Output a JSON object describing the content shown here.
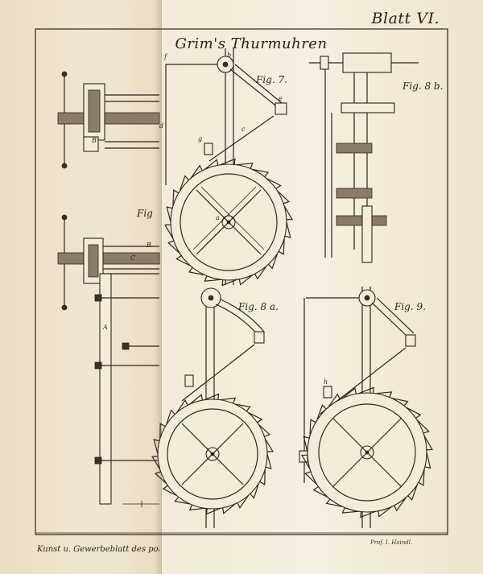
{
  "plate": {
    "label": "Blatt VI.",
    "title": "Grim's Thurmuhren"
  },
  "figures": {
    "fig7": "Fig. 7.",
    "fig8b": "Fig. 8 b.",
    "fig8a": "Fig. 8 a.",
    "fig9": "Fig. 9.",
    "fig_partial": "Fig"
  },
  "footer": {
    "left": "Kunst u. Gewerbeblatt des polyt. Vereins",
    "right": "Prof. I. Haindl."
  },
  "parts": {
    "a": "a",
    "b": "b",
    "c": "c",
    "d": "d",
    "e": "e",
    "f": "f",
    "g": "g",
    "h": "h",
    "A": "A",
    "B": "B",
    "C": "C",
    "R": "R"
  }
}
